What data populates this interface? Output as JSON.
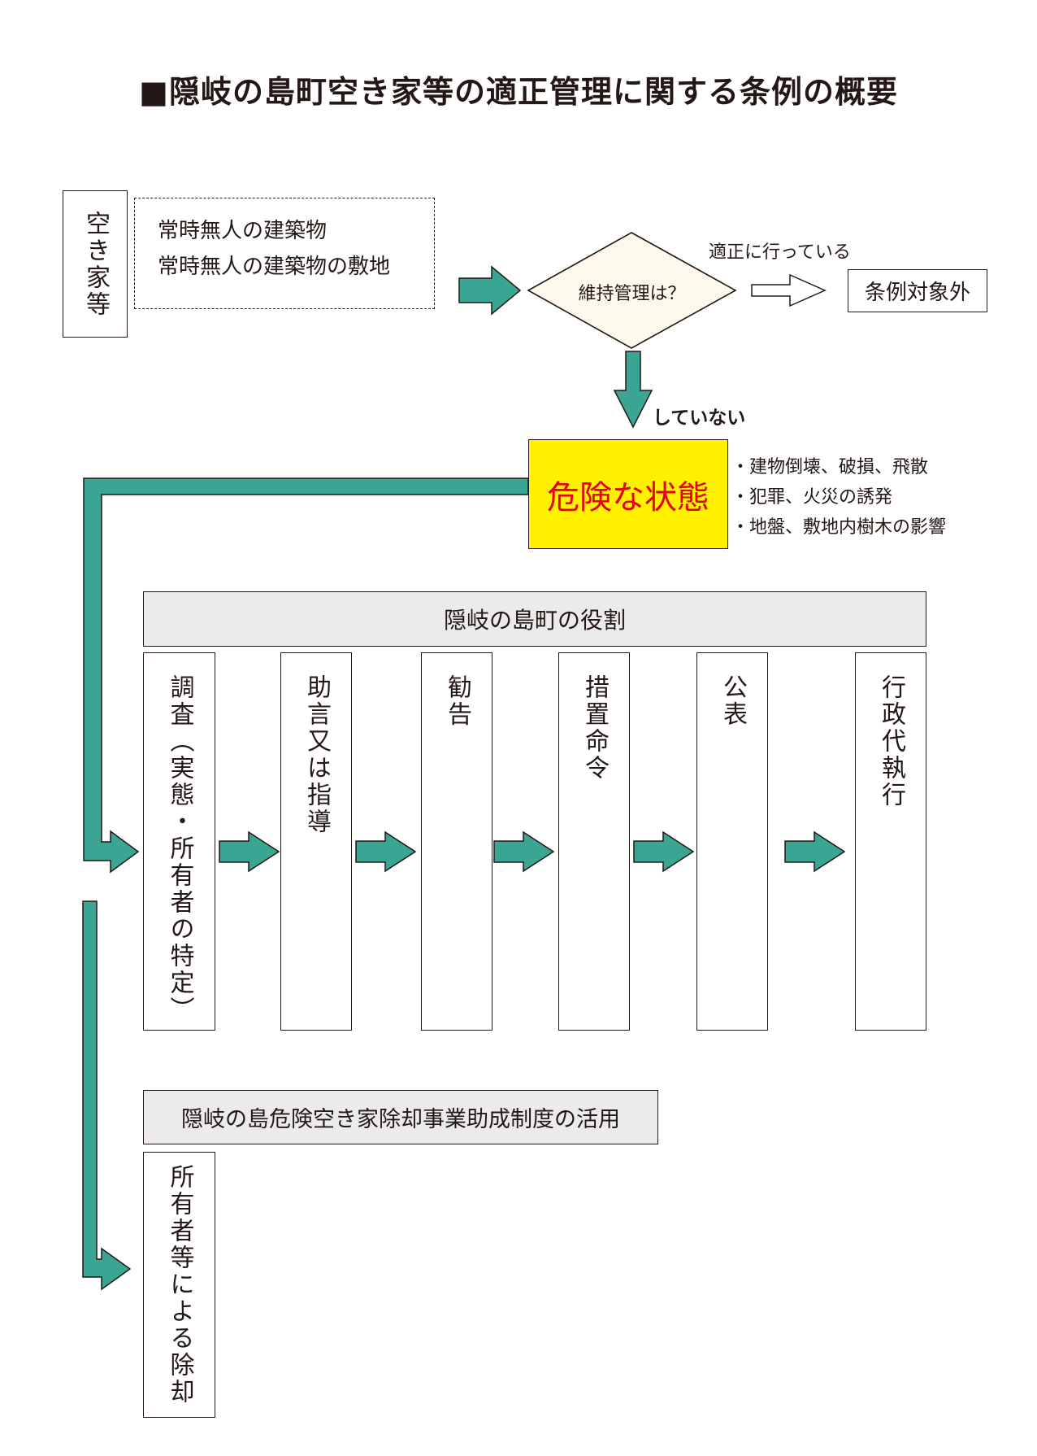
{
  "title": "■隠岐の島町空き家等の適正管理に関する条例の概要",
  "akiya": {
    "label": "空き家等",
    "items": [
      "常時無人の建築物",
      "常時無人の建築物の敷地"
    ]
  },
  "decision": {
    "question": "維持管理は？",
    "yes_label": "適正に行っている",
    "out_of_scope": "条例対象外",
    "no_label": "していない"
  },
  "danger": {
    "label": "危険な状態",
    "bullets": [
      "・建物倒壊、破損、飛散",
      "・犯罪、火災の誘発",
      "・地盤、敷地内樹木の影響"
    ]
  },
  "town_role": {
    "header": "隠岐の島町の役割",
    "steps": [
      "調査（実態・所有者の特定）",
      "助言又は指導",
      "勧告",
      "措置命令",
      "公表",
      "行政代執行"
    ]
  },
  "subsidy": {
    "header": "隠岐の島危険空き家除却事業助成制度の活用",
    "removal": "所有者等による除却"
  },
  "colors": {
    "arrow_fill": "#3aa593",
    "danger_bg": "#fff100",
    "danger_text": "#e60012",
    "diamond_bg": "#fdf8ec",
    "header_bg": "#ebebeb"
  },
  "icons": [
    "arrow-right-icon",
    "arrow-down-icon",
    "hollow-arrow-icon"
  ]
}
